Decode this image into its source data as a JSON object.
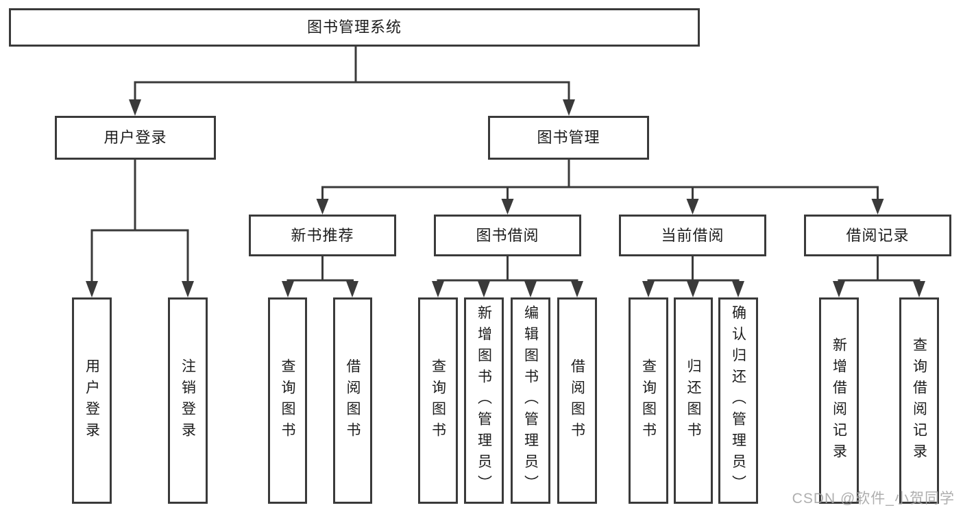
{
  "tree": {
    "root": {
      "label": "图书管理系统"
    },
    "branches": [
      {
        "label": "用户登录",
        "leaves": [
          {
            "label": "用户登录"
          },
          {
            "label": "注销登录"
          }
        ]
      },
      {
        "label": "图书管理",
        "groups": [
          {
            "label": "新书推荐",
            "leaves": [
              {
                "label": "查询图书"
              },
              {
                "label": "借阅图书"
              }
            ]
          },
          {
            "label": "图书借阅",
            "leaves": [
              {
                "label": "查询图书"
              },
              {
                "label": "新增图书（管理员）"
              },
              {
                "label": "编辑图书（管理员）"
              },
              {
                "label": "借阅图书"
              }
            ]
          },
          {
            "label": "当前借阅",
            "leaves": [
              {
                "label": "查询图书"
              },
              {
                "label": "归还图书"
              },
              {
                "label": "确认归还（管理员）"
              }
            ]
          },
          {
            "label": "借阅记录",
            "leaves": [
              {
                "label": "新增借阅记录"
              },
              {
                "label": "查询借阅记录"
              }
            ]
          }
        ]
      }
    ]
  },
  "watermark": "CSDN @软件_小贺同学",
  "colors": {
    "line": "#3a3a3a",
    "text": "#1c1c1c",
    "background": "#ffffff",
    "watermark": "#a5a5a5"
  }
}
